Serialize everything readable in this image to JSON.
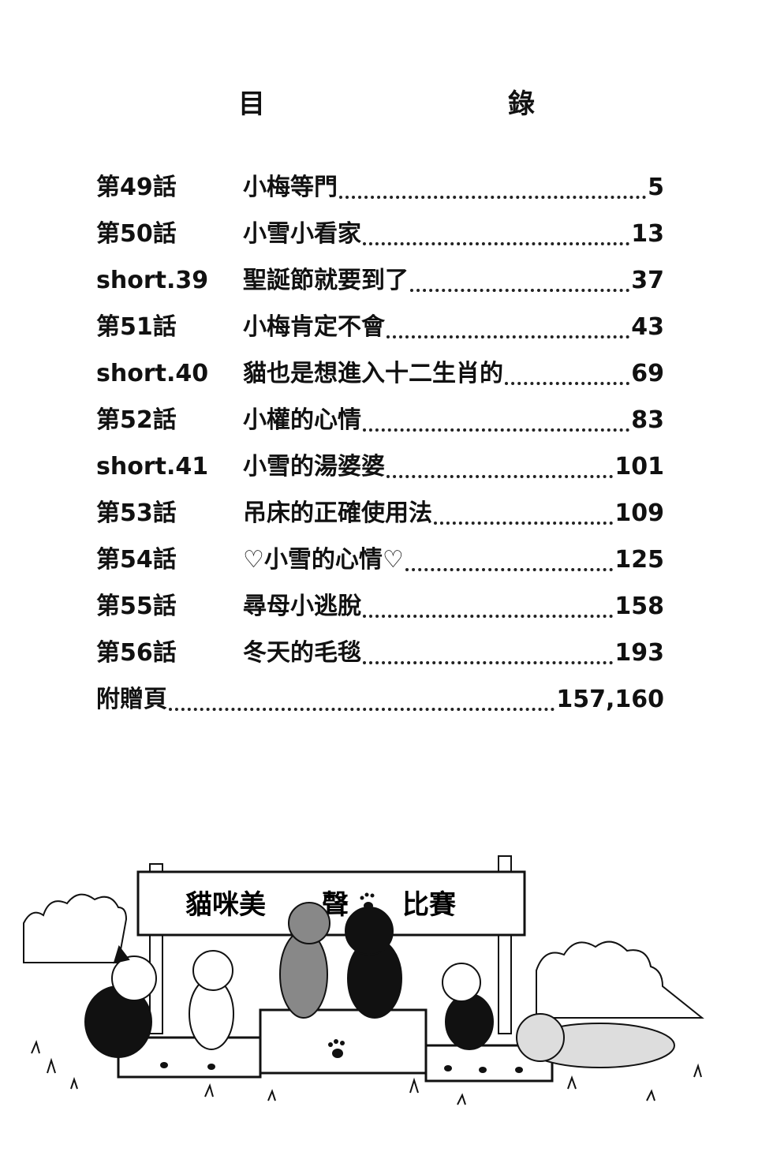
{
  "title": "目　　錄",
  "toc": [
    {
      "num": "第49話",
      "name": "小梅等門",
      "page": "5"
    },
    {
      "num": "第50話",
      "name": "小雪小看家",
      "page": "13"
    },
    {
      "num": "short.39",
      "name": "聖誕節就要到了",
      "page": "37"
    },
    {
      "num": "第51話",
      "name": "小梅肯定不會",
      "page": "43"
    },
    {
      "num": "short.40",
      "name": "貓也是想進入十二生肖的",
      "page": "69"
    },
    {
      "num": "第52話",
      "name": "小權的心情",
      "page": "83"
    },
    {
      "num": "short.41",
      "name": "小雪的湯婆婆",
      "page": "101"
    },
    {
      "num": "第53話",
      "name": "吊床的正確使用法",
      "page": "109"
    },
    {
      "num": "第54話",
      "name": "♡小雪的心情♡",
      "page": "125"
    },
    {
      "num": "第55話",
      "name": "尋母小逃脫",
      "page": "158"
    },
    {
      "num": "第56話",
      "name": "冬天的毛毯",
      "page": "193"
    }
  ],
  "extra": {
    "label": "附贈頁",
    "pages": "157,160"
  },
  "sign": {
    "left": "貓咪美",
    "middle": "聲",
    "right": "比賽"
  }
}
